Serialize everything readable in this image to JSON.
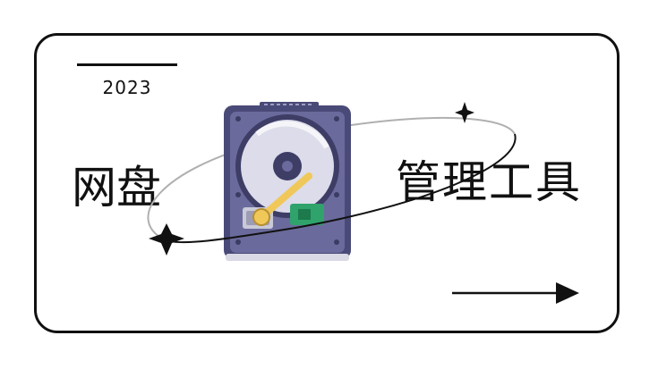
{
  "year": "2023",
  "title": {
    "left": "网盘",
    "right": "管理工具"
  },
  "illustration": {
    "icon": "hard-drive-icon",
    "decor": [
      "orbit-ellipse",
      "sparkle-star-icon",
      "sparkle-star-icon"
    ]
  },
  "colors": {
    "border": "#111111",
    "drive_body": "#6b6a9c",
    "drive_frame": "#4a4a78",
    "platter": "#dcdcea",
    "arm": "#f0c85a",
    "chip": "#2fa36b"
  }
}
